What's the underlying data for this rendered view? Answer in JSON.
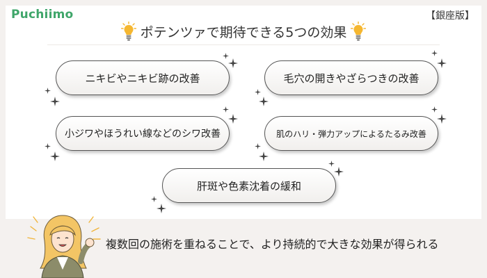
{
  "header": {
    "logo": "Puchiimo",
    "edition": "【銀座版】",
    "title": "ポテンツァで期待できる5つの効果"
  },
  "effects": [
    "ニキビやニキビ跡の改善",
    "毛穴の開きやざらつきの改善",
    "小ジワやほうれい線などのシワ改善",
    "肌のハリ・弾力アップによるたるみ改善",
    "肝斑や色素沈着の緩和"
  ],
  "footer": {
    "message": "複数回の施術を重ねることで、より持続的で大きな効果が得られる"
  },
  "colors": {
    "logo": "#3fa66a",
    "bulb": "#f5b731",
    "background": "#f4f1ef"
  },
  "icons": [
    "lightbulb-icon",
    "sparkle-icon",
    "person-illustration"
  ]
}
